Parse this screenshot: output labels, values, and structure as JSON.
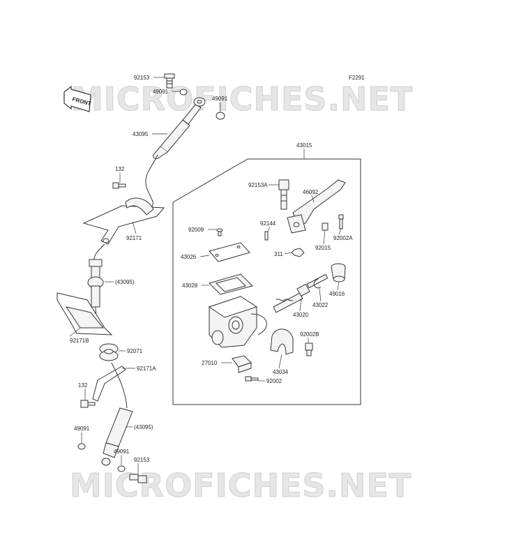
{
  "figure_code": "F2291",
  "watermark": "MICROFICHES.NET",
  "front_tag": "FRONT",
  "labels": {
    "l92153_top": "92153",
    "l49091_a": "49091",
    "l49091_b": "49091",
    "l43095_top": "43095",
    "l132_top": "132",
    "l92171": "92171",
    "l43095_mid": "(43095)",
    "l92171b": "92171B",
    "l92071": "92071",
    "l92171a": "92171A",
    "l132_bot": "132",
    "l43095_bot": "(43095)",
    "l49091_c": "49091",
    "l49091_d": "49091",
    "l92153_bot": "92153",
    "l43015": "43015",
    "l92153a": "92153A",
    "l46092": "46092",
    "l92009": "92009",
    "l92144": "92144",
    "l92002a": "92002A",
    "l92015": "92015",
    "l311": "311",
    "l43026": "43026",
    "l43028": "43028",
    "l49016": "49016",
    "l43022": "43022",
    "l43020": "43020",
    "l92002b": "92002B",
    "l27010": "27010",
    "l43034": "43034",
    "l92002": "92002"
  }
}
